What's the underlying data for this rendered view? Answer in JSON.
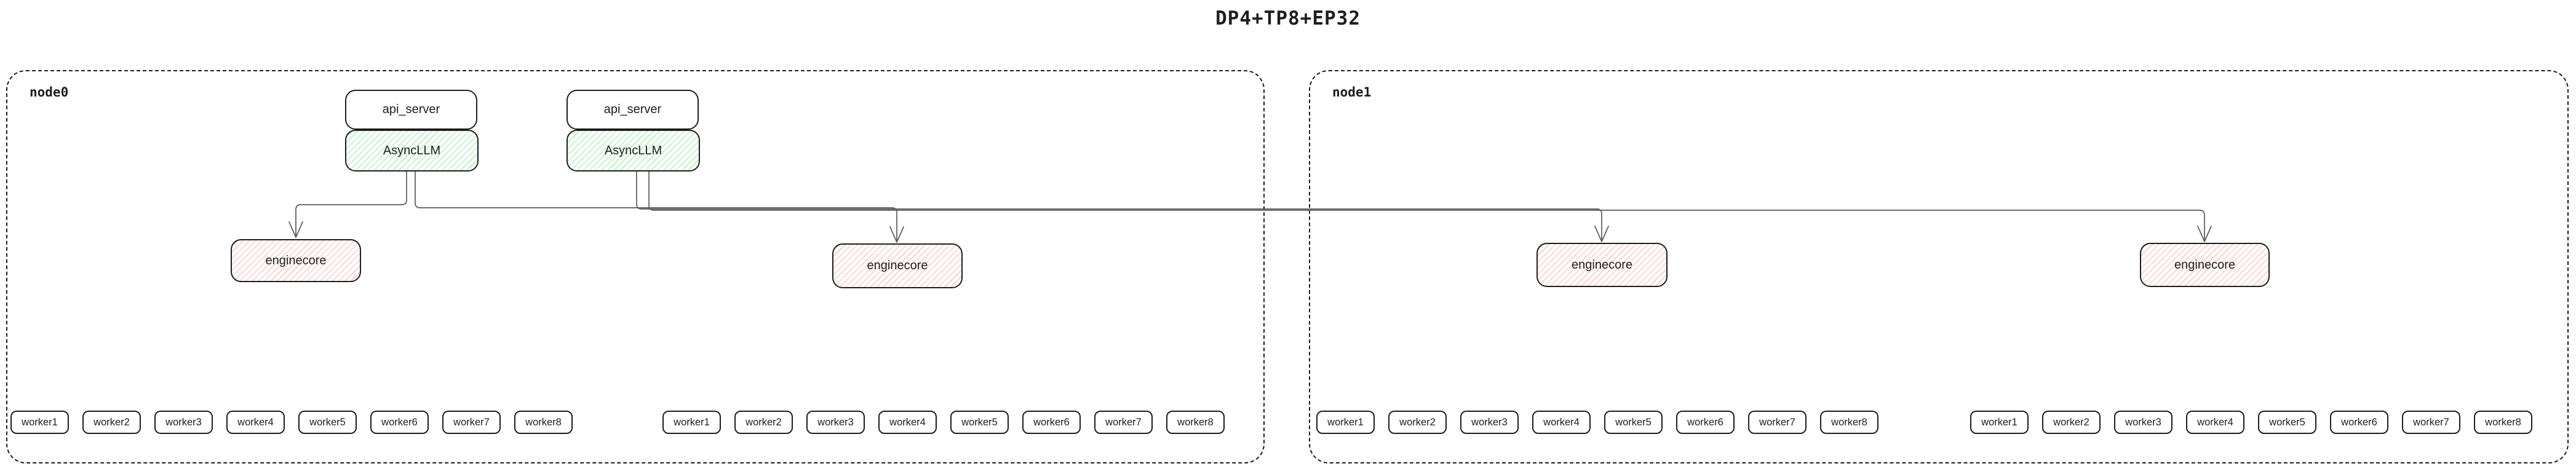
{
  "title": "DP4+TP8+EP32",
  "colors": {
    "border": "#1e1e1e",
    "asyncllm_hatch": "#b2f2bb",
    "enginecore_hatch": "#ffc9c9",
    "edge": "#5a5a5a",
    "background": "#ffffff"
  },
  "nodes": [
    {
      "label": "node0",
      "api_servers": [
        {
          "label": "api_server",
          "asyncllm": "AsyncLLM"
        },
        {
          "label": "api_server",
          "asyncllm": "AsyncLLM"
        }
      ],
      "enginecores": [
        {
          "label": "enginecore"
        },
        {
          "label": "enginecore"
        }
      ],
      "worker_groups": [
        {
          "workers": [
            "worker1",
            "worker2",
            "worker3",
            "worker4",
            "worker5",
            "worker6",
            "worker7",
            "worker8"
          ]
        },
        {
          "workers": [
            "worker1",
            "worker2",
            "worker3",
            "worker4",
            "worker5",
            "worker6",
            "worker7",
            "worker8"
          ]
        }
      ]
    },
    {
      "label": "node1",
      "api_servers": [],
      "enginecores": [
        {
          "label": "enginecore"
        },
        {
          "label": "enginecore"
        }
      ],
      "worker_groups": [
        {
          "workers": [
            "worker1",
            "worker2",
            "worker3",
            "worker4",
            "worker5",
            "worker6",
            "worker7",
            "worker8"
          ]
        },
        {
          "workers": [
            "worker1",
            "worker2",
            "worker3",
            "worker4",
            "worker5",
            "worker6",
            "worker7",
            "worker8"
          ]
        }
      ]
    }
  ],
  "edges": [
    {
      "from": "node0-asyncllm-1",
      "to": "node0-enginecore-1"
    },
    {
      "from": "node0-asyncllm-1",
      "to": "node0-enginecore-2"
    },
    {
      "from": "node0-asyncllm-2",
      "to": "node1-enginecore-1"
    },
    {
      "from": "node0-asyncllm-2",
      "to": "node1-enginecore-2"
    }
  ]
}
